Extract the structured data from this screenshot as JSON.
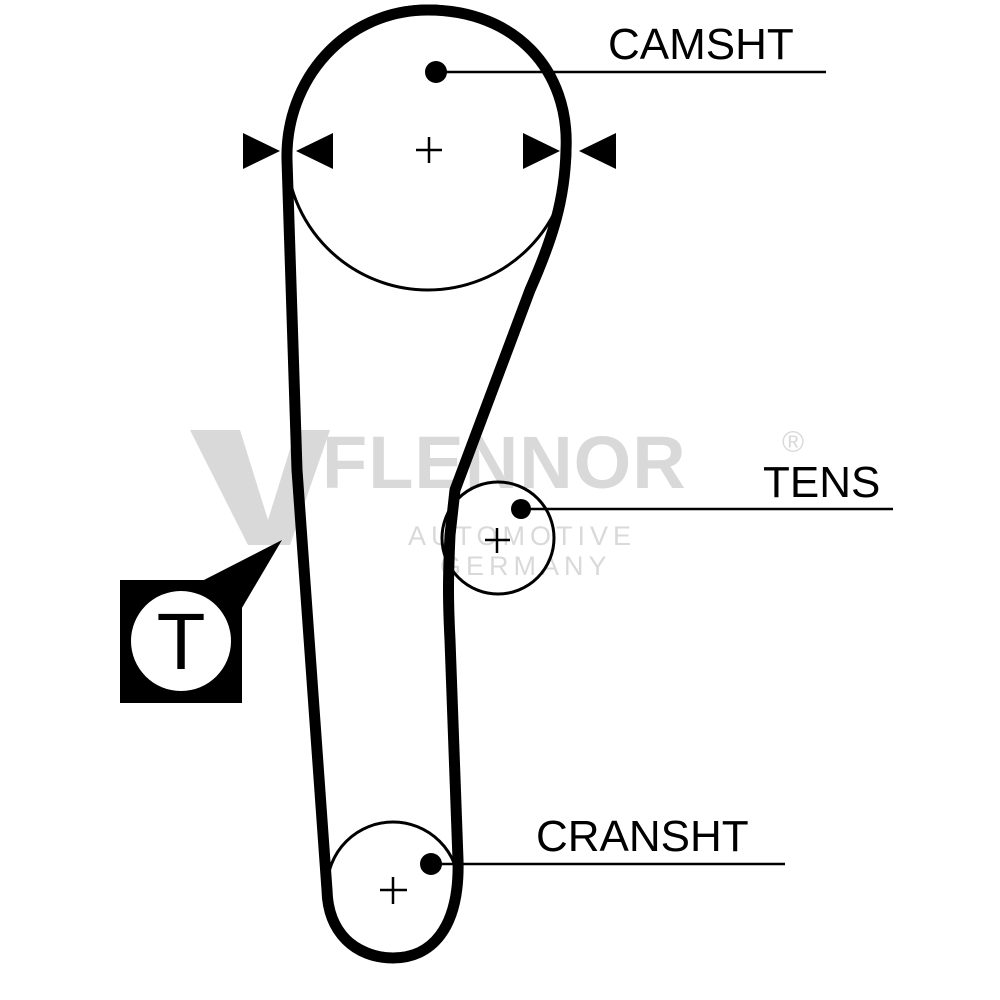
{
  "labels": {
    "camshaft": "CAMSHT",
    "tensioner": "TENS",
    "crankshaft": "CRANSHT"
  },
  "timing_marker": {
    "letter": "T"
  },
  "watermark": {
    "brand": "FLENNOR",
    "registered": "®",
    "line1": "AUTOMOTIVE",
    "line2": "GERMANY"
  },
  "colors": {
    "ink": "#000000",
    "watermark": "#d9d9d9",
    "background": "#ffffff"
  }
}
